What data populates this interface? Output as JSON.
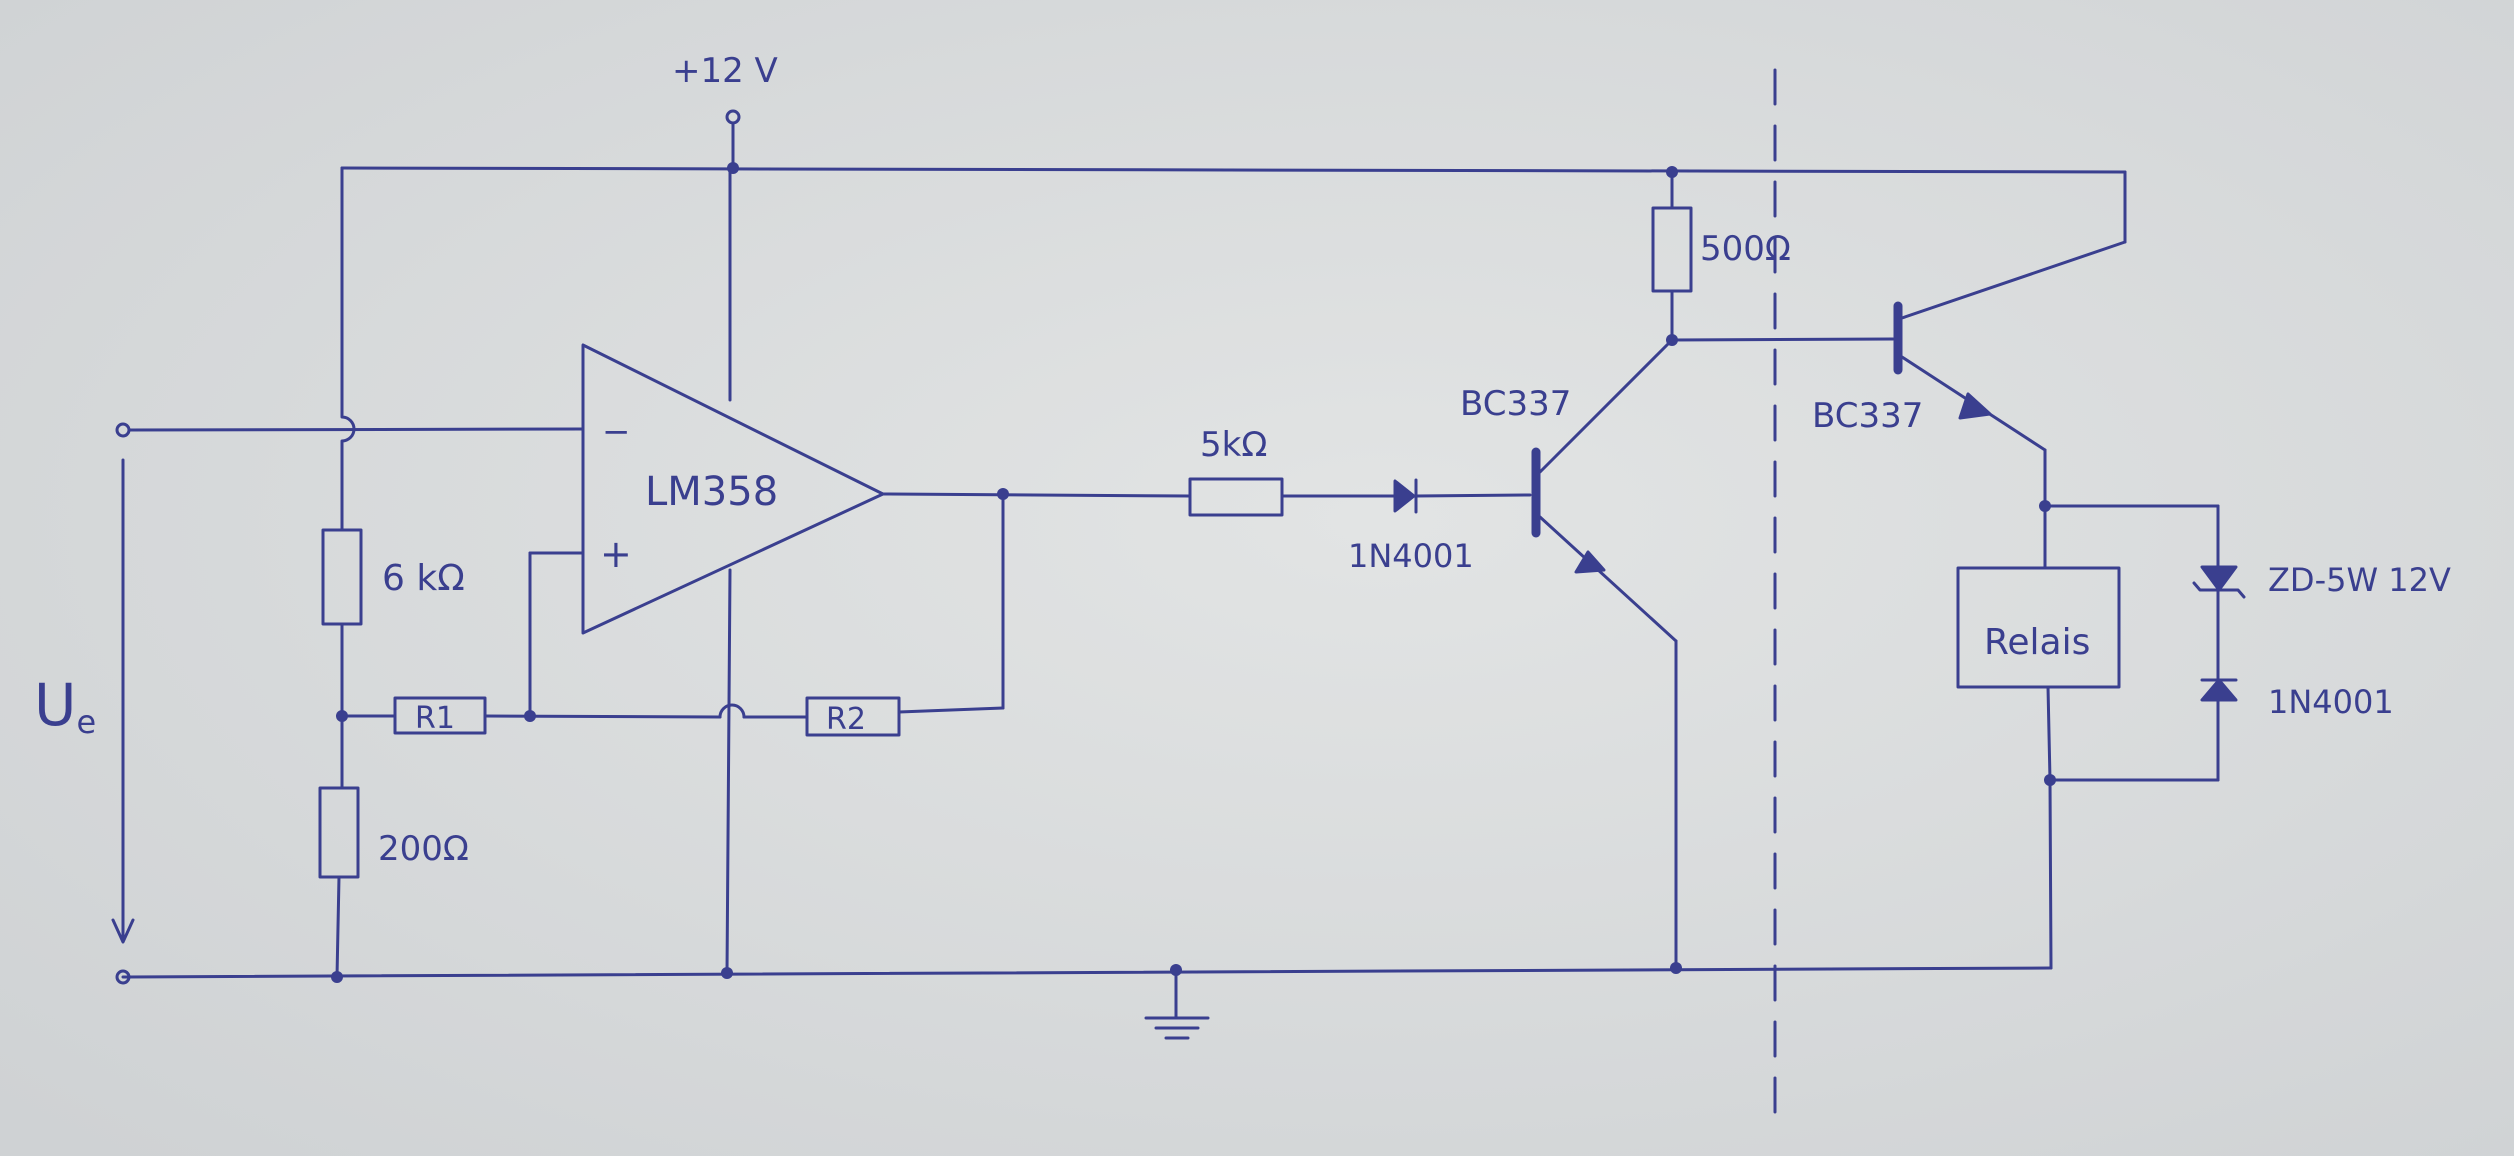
{
  "supply": {
    "label": "+12 V"
  },
  "input": {
    "label": "U",
    "label_sub": "e"
  },
  "opamp": {
    "name": "LM358",
    "minus_sign": "−",
    "plus_sign": "+"
  },
  "resistors": {
    "upper_divider": "6 kΩ",
    "lower_divider": "200Ω",
    "r1": "R1",
    "r2": "R2",
    "base": "5kΩ",
    "collector": "500Ω"
  },
  "diode_series": {
    "label": "1N4001"
  },
  "transistor_1": {
    "label": "BC337"
  },
  "transistor_2": {
    "label": "BC337"
  },
  "relay": {
    "label": "Relais"
  },
  "zener": {
    "label": "ZD-5W 12V"
  },
  "freewheel_diode": {
    "label": "1N4001"
  },
  "colors": {
    "ink": "#3a3f8f",
    "paper": "#d9dbdc"
  }
}
